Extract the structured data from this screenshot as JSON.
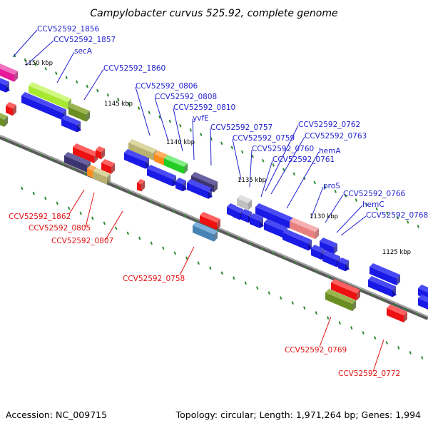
{
  "title": "Campylobacter curvus 525.92, complete genome",
  "footer": {
    "accession": "Accession: NC_009715",
    "summary": "Topology: circular; Length: 1,971,264 bp; Genes: 1,994"
  },
  "scale_labels": [
    "1150 kbp",
    "1145 kbp",
    "1140 kbp",
    "1135 kbp",
    "1130 kbp",
    "1125 kbp"
  ],
  "gene_labels_top": [
    "CCV52592_1856",
    "CCV52592_1857",
    "secA",
    "CCV52592_1860",
    "CCV52592_0806",
    "CCV52592_0808",
    "CCV52592_0810",
    "yvfE",
    "CCV52592_0757",
    "CCV52592_0759",
    "CCV52592_0760",
    "CCV52592_0761",
    "CCV52592_0762",
    "CCV52592_0763",
    "hemA",
    "proS",
    "CCV52592_0766",
    "hemC",
    "CCV52592_0768"
  ],
  "gene_labels_bottom": [
    "CCV52592_1862",
    "CCV52592_0805",
    "CCV52592_0807",
    "CCV52592_0758",
    "CCV52592_0769",
    "CCV52592_0772"
  ],
  "colors": {
    "backbone": "#808080",
    "cds_strand": "#1a1ae6",
    "tick": "#2e8b2e",
    "label_blue": "#1f1fd0",
    "label_red": "#e01010"
  }
}
